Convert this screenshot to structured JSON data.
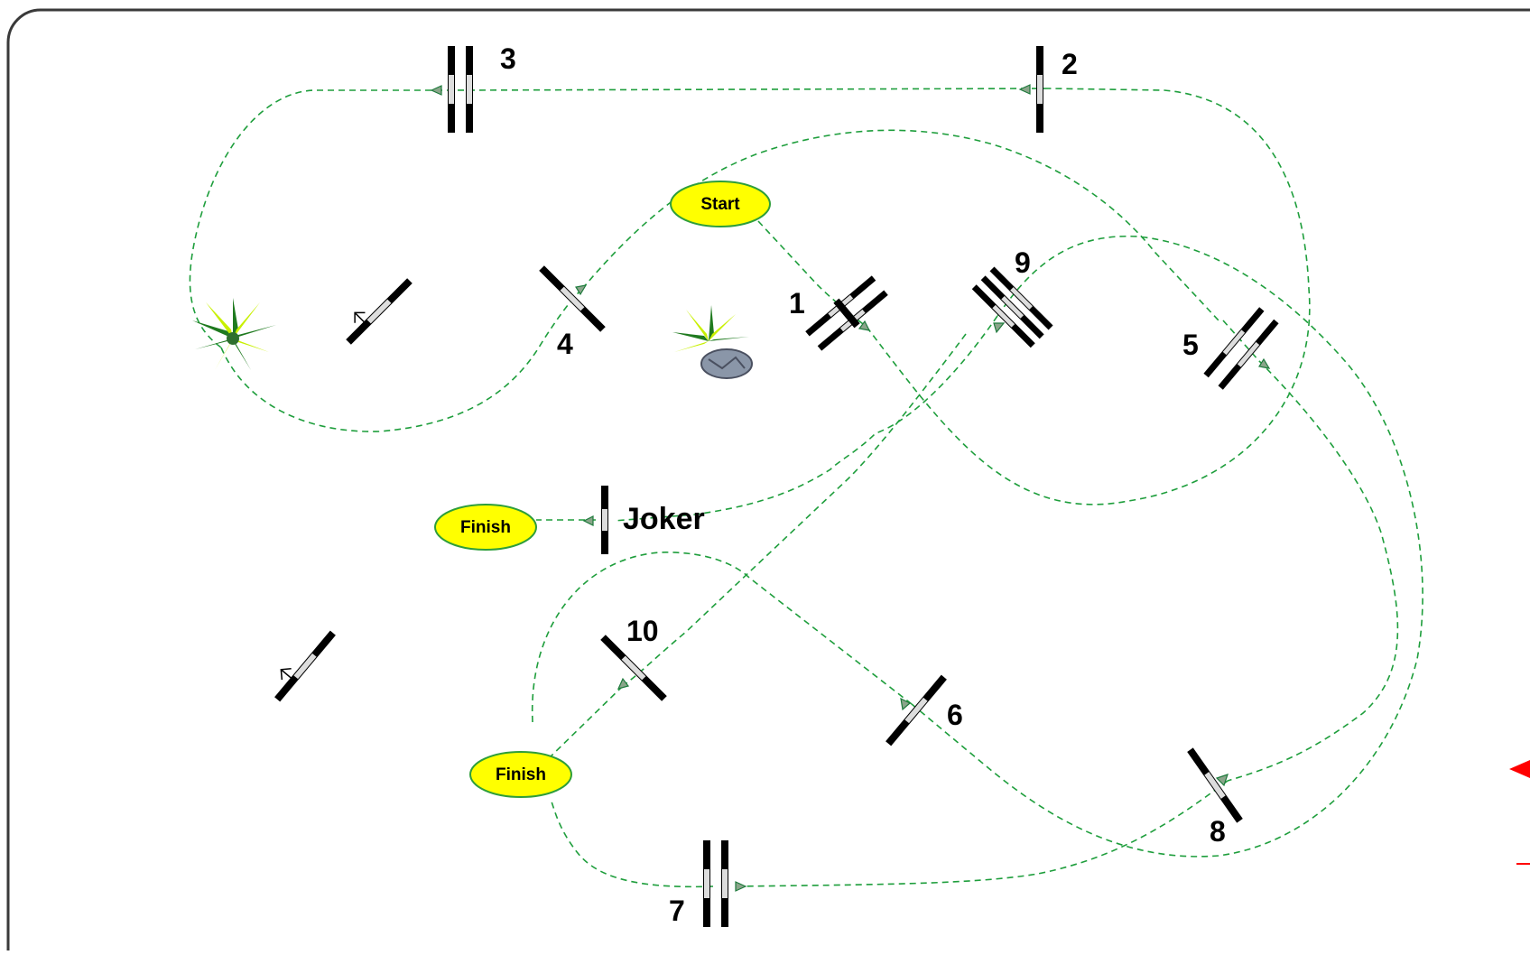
{
  "colors": {
    "route": "#1e9e3c",
    "oval_fill": "#ffff00",
    "oval_stroke": "#2e9e3a",
    "fence_dark": "#000000",
    "fence_light": "#dddddd",
    "arena_border": "#3a3a3a",
    "plant_dark": "#1f7a1f",
    "plant_light": "#c8f000",
    "indicator": "#ff0000"
  },
  "labels": {
    "start": "Start",
    "finish_left": "Finish",
    "finish_bottom": "Finish",
    "joker": "Joker"
  },
  "obstacles": [
    {
      "id": "1",
      "label": "1",
      "type": "oxer"
    },
    {
      "id": "2",
      "label": "2",
      "type": "vertical"
    },
    {
      "id": "3",
      "label": "3",
      "type": "oxer"
    },
    {
      "id": "4",
      "label": "4",
      "type": "vertical"
    },
    {
      "id": "5",
      "label": "5",
      "type": "oxer"
    },
    {
      "id": "6",
      "label": "6",
      "type": "vertical"
    },
    {
      "id": "7",
      "label": "7",
      "type": "oxer"
    },
    {
      "id": "8",
      "label": "8",
      "type": "vertical"
    },
    {
      "id": "9",
      "label": "9",
      "type": "triple-bar"
    },
    {
      "id": "10",
      "label": "10",
      "type": "vertical"
    }
  ],
  "decorations": [
    "plant-icon",
    "plant-with-rock-icon",
    "practice-fence-icon",
    "practice-fence-icon"
  ]
}
